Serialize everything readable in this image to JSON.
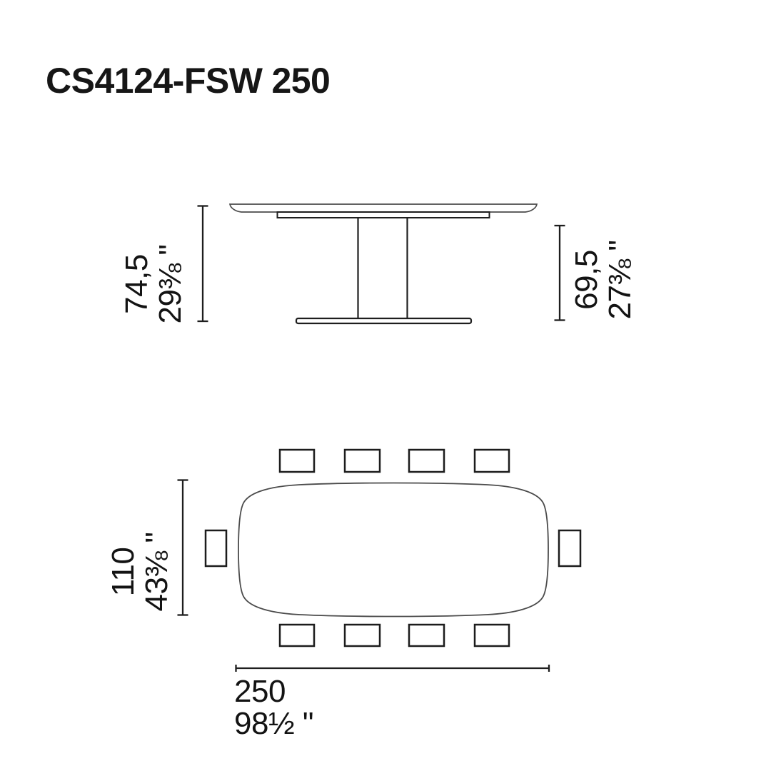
{
  "header": {
    "model_code": "CS4124-FSW",
    "size_value": "250"
  },
  "side_view": {
    "description": "side elevation of pedestal table",
    "height_total": {
      "cm": "74,5",
      "in": "29⅜ \""
    },
    "height_clearance": {
      "cm": "69,5",
      "in": "27⅜ \""
    }
  },
  "top_view": {
    "description": "top plan of table with seating",
    "seat_count": 10,
    "depth": {
      "cm": "110",
      "in": "43⅜ \""
    },
    "length": {
      "cm": "250",
      "in": "98½ \""
    }
  },
  "colors": {
    "background": "#ffffff",
    "text": "#131313",
    "line_dark": "#1e1e1e",
    "line_mid": "#4b4b4b"
  }
}
